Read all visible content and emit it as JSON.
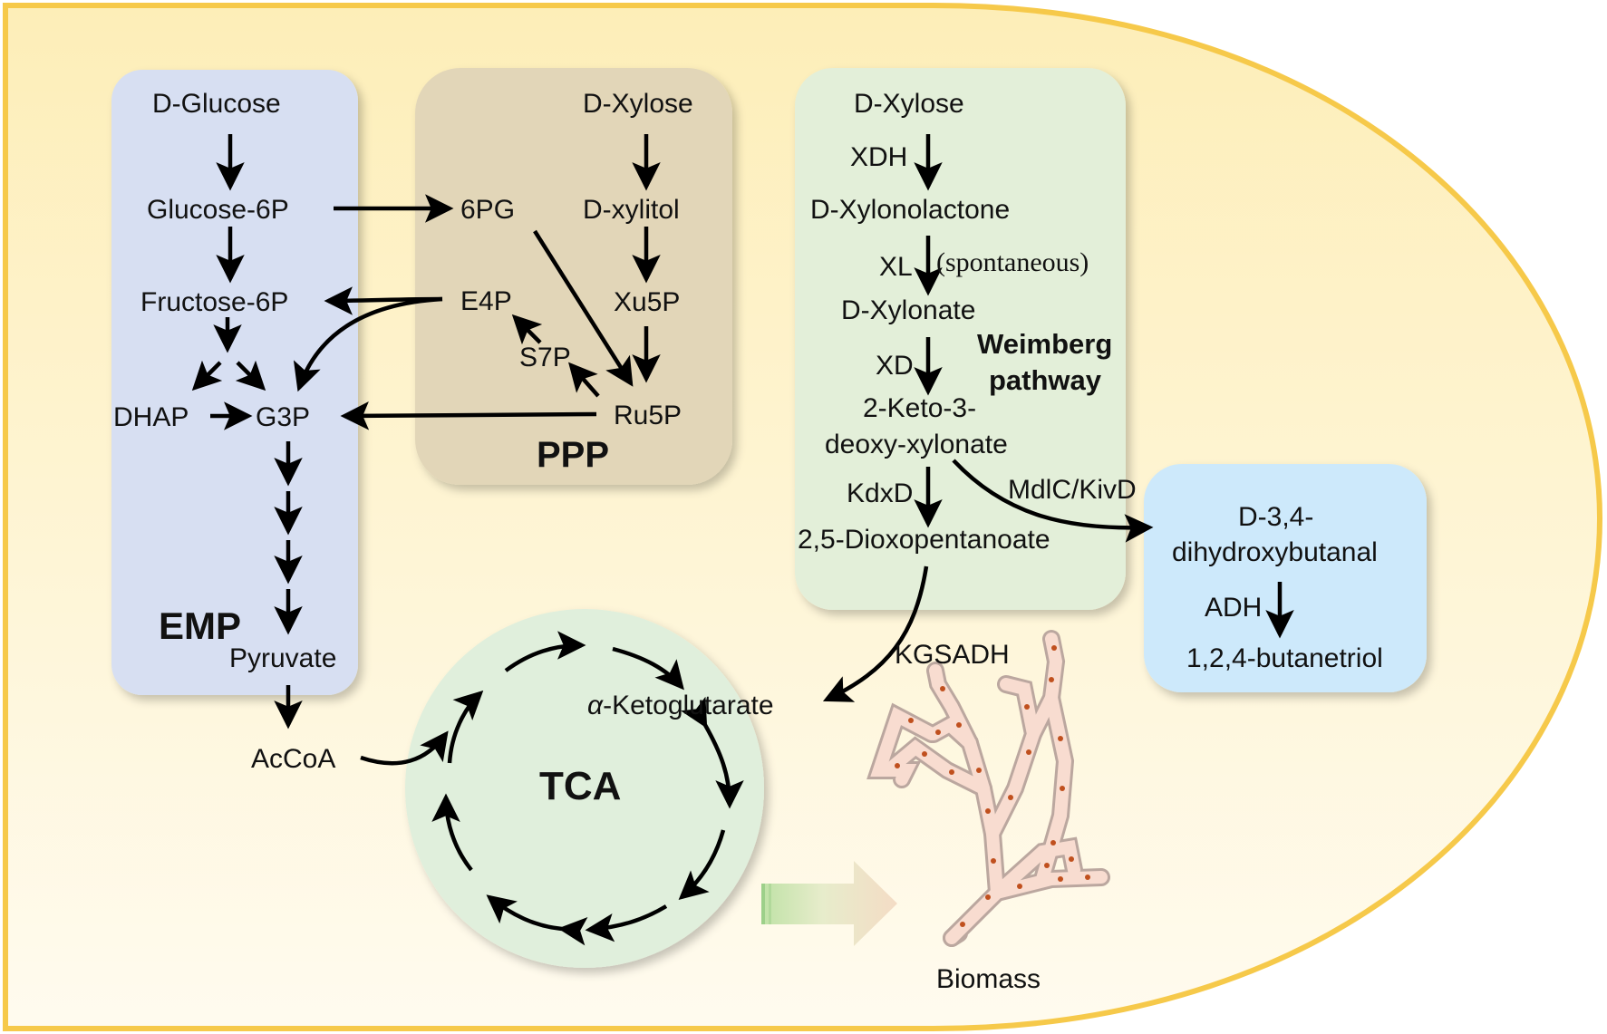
{
  "pathways": {
    "emp": {
      "label": "EMP",
      "nodes": {
        "d_glucose": "D-Glucose",
        "glucose_6p": "Glucose-6P",
        "fructose_6p": "Fructose-6P",
        "dhap": "DHAP",
        "g3p": "G3P",
        "pyruvate": "Pyruvate"
      }
    },
    "ppp": {
      "label": "PPP",
      "nodes": {
        "d_xylose": "D-Xylose",
        "pg6": "6PG",
        "d_xylitol": "D-xylitol",
        "e4p": "E4P",
        "xu5p": "Xu5P",
        "s7p": "S7P",
        "ru5p": "Ru5P"
      }
    },
    "weimberg": {
      "label_line1": "Weimberg",
      "label_line2": "pathway",
      "nodes": {
        "d_xylose": "D-Xylose",
        "d_xylonolactone": "D-Xylonolactone",
        "d_xylonate": "D-Xylonate",
        "keto_line1": "2-Keto-3-",
        "keto_line2": "deoxy-xylonate",
        "dioxopentanoate": "2,5-Dioxopentanoate"
      },
      "enzymes": {
        "xdh": "XDH",
        "xl": "XL",
        "spontaneous": "(spontaneous)",
        "xd": "XD",
        "kdxd": "KdxD"
      }
    },
    "bt_branch": {
      "enzyme_mdlc": "MdlC/KivD",
      "dhb_line1": "D-3,4-",
      "dhb_line2": "dihydroxybutanal",
      "enzyme_adh": "ADH",
      "product": "1,2,4-butanetriol"
    },
    "tca": {
      "label": "TCA",
      "acoa": "AcCoA",
      "akg_prefix": "α",
      "akg_suffix": "-Ketoglutarate",
      "enzyme_kgsadh": "KGSADH"
    },
    "biomass": {
      "label": "Biomass"
    }
  },
  "colors": {
    "cell_border": "#f6c94a",
    "cell_fill_top": "#fdeeb8",
    "cell_fill_bottom": "#fffbef",
    "emp_box": "#d7dff2",
    "ppp_box": "#e2d6b8",
    "weimberg_box": "#e3efd9",
    "bt_box": "#cde9fb",
    "tca_circle": "#e0efdc",
    "hyphae_fill": "#f8dcd0",
    "hyphae_dots": "#c0501e"
  }
}
